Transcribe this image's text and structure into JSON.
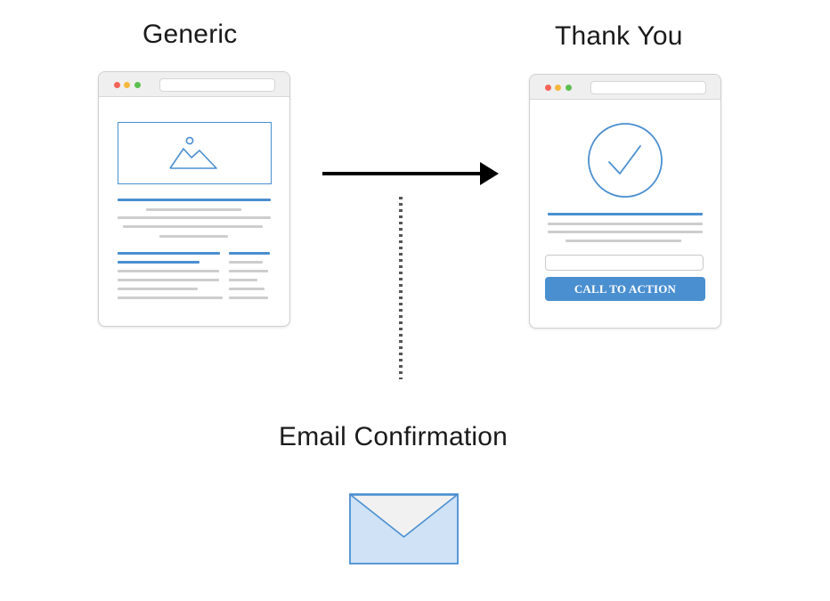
{
  "labels": {
    "generic": "Generic",
    "thank_you": "Thank You",
    "email_confirmation": "Email Confirmation"
  },
  "thank_you_page": {
    "cta_label": "CALL TO ACTION"
  },
  "icons": {
    "generic_hero": "image-placeholder-icon",
    "thank_you_hero": "checkmark-circle-icon",
    "email": "envelope-icon"
  },
  "colors": {
    "accent": "#4a8fd0",
    "arrow": "#000000",
    "connector": "#555555",
    "envelope_fill": "#cfe2f6",
    "window_red": "#f26457",
    "window_yellow": "#f6b73d",
    "window_green": "#5cc04e"
  }
}
